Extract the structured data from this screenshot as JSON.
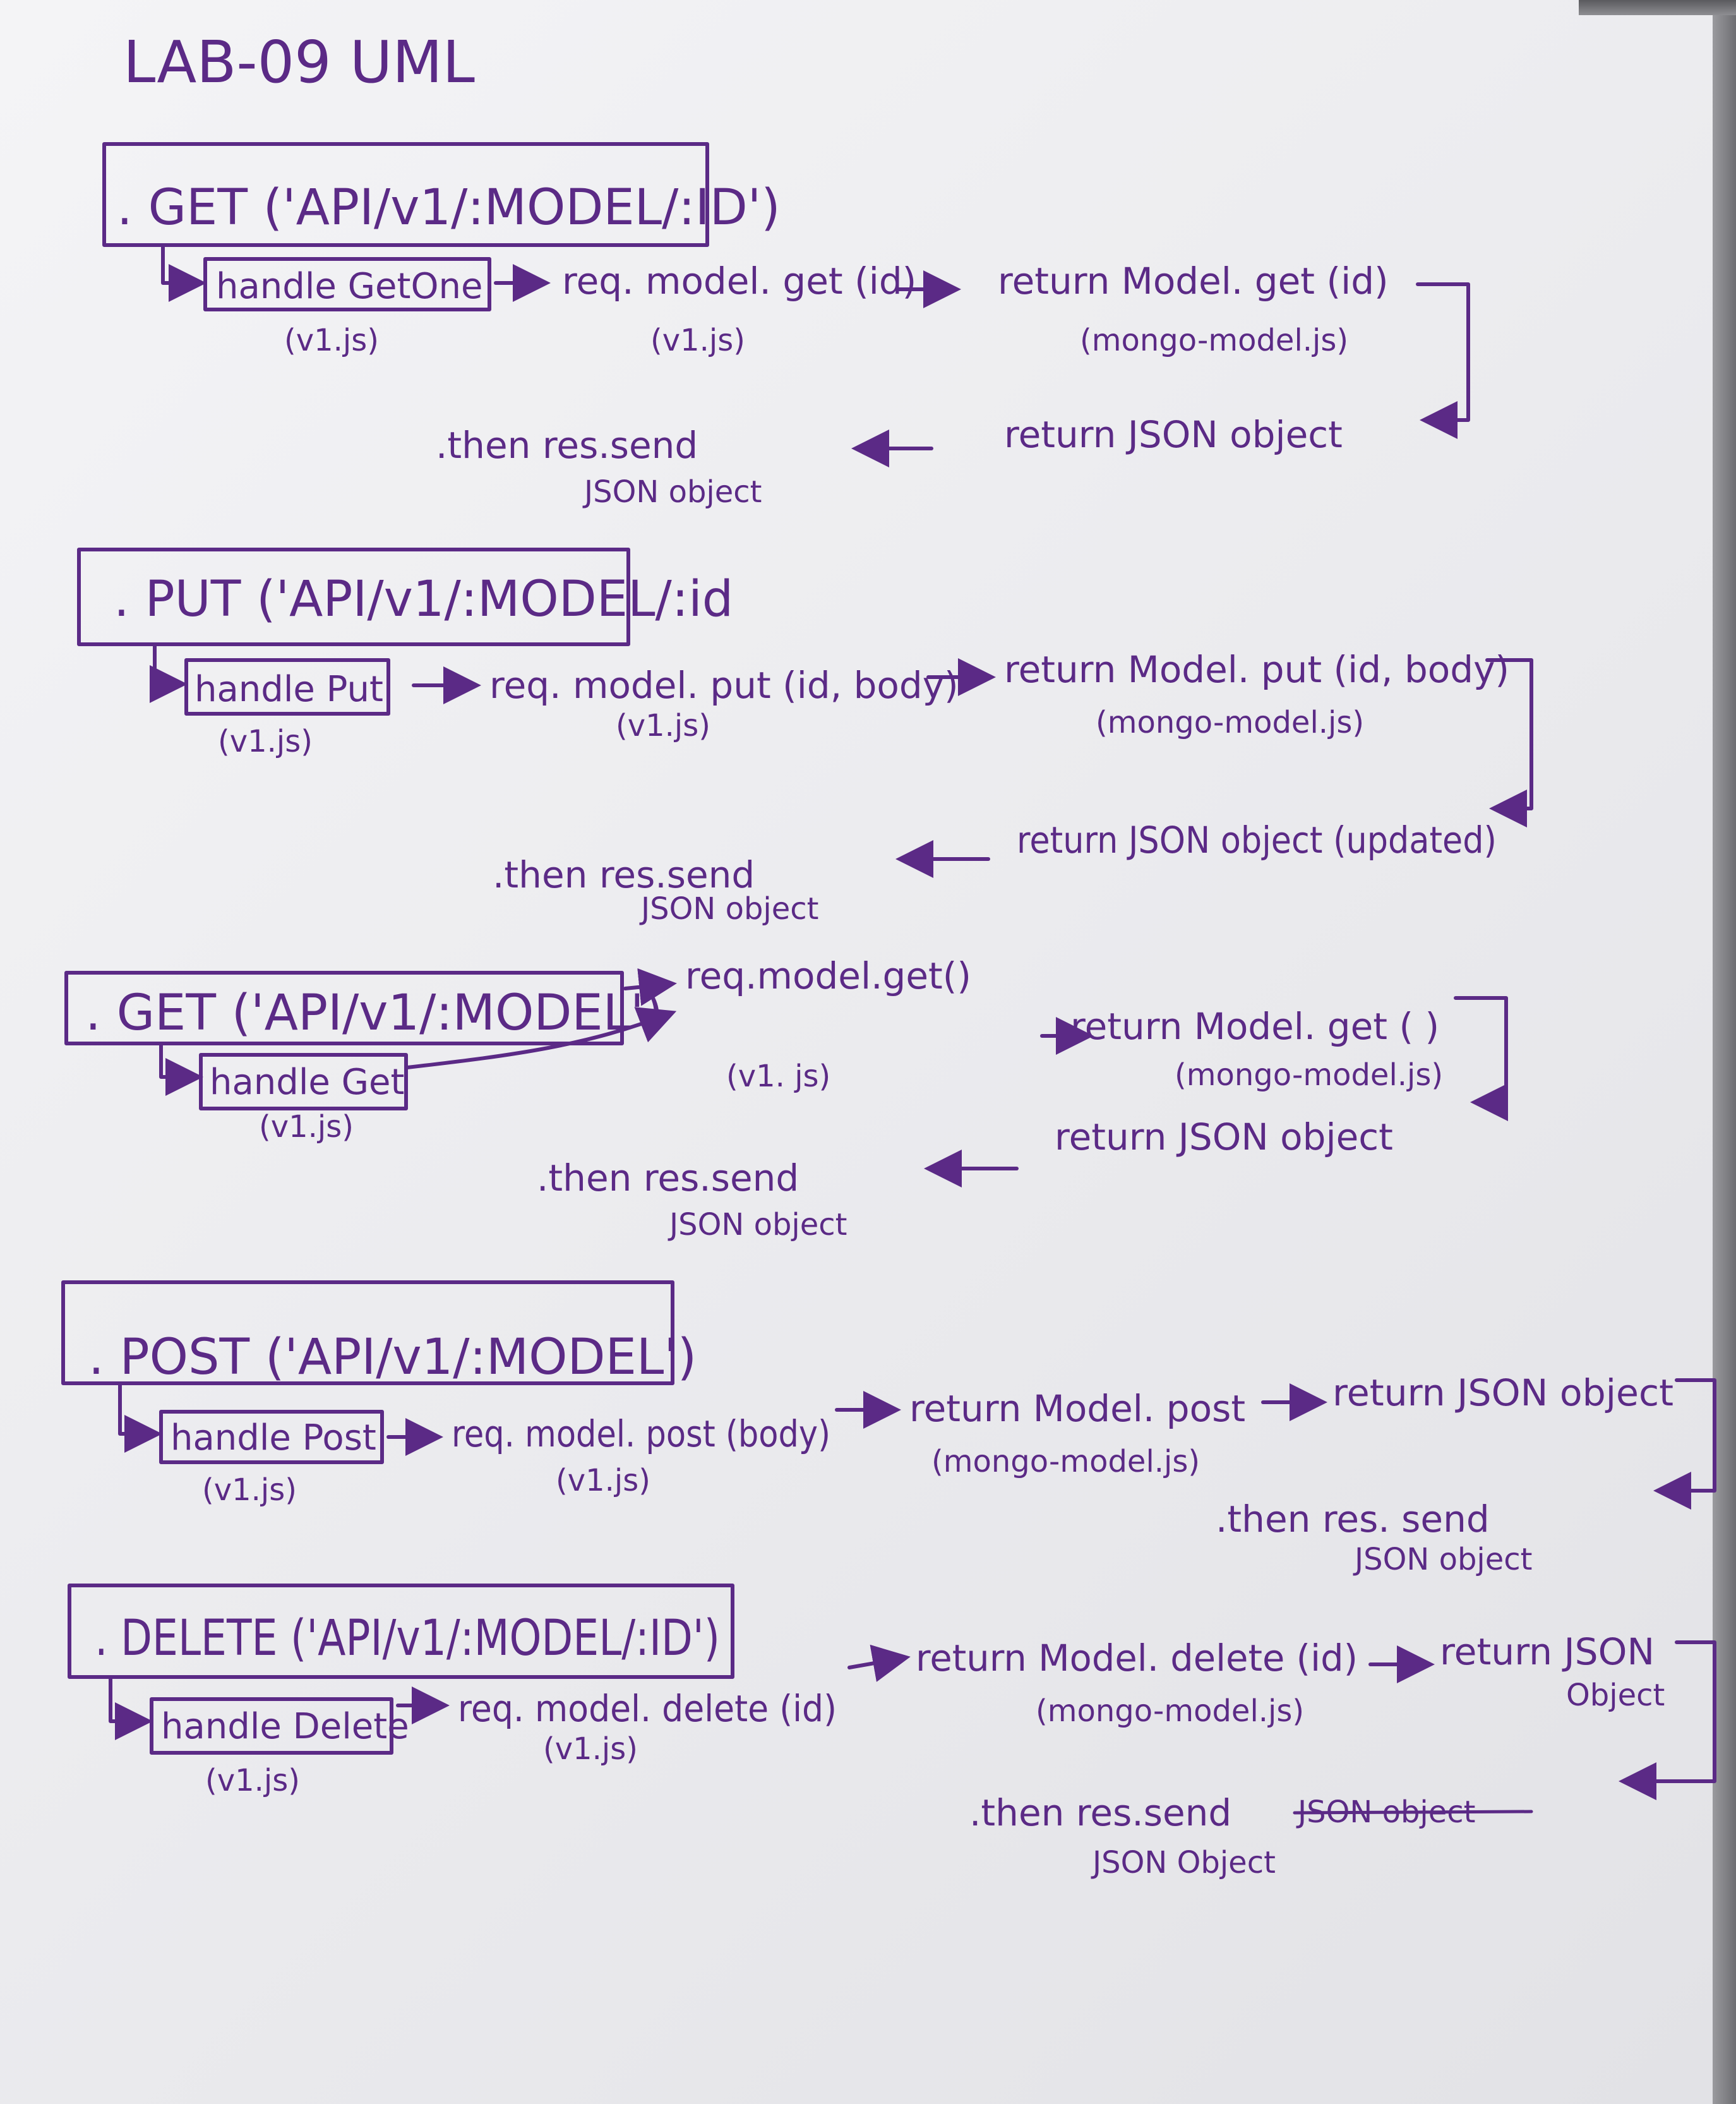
{
  "title": "LAB-09 UML",
  "sections": [
    {
      "route": ". GET ('API/v1/:MODEL/:ID')",
      "handler": "handle GetOne",
      "handler_file": "(v1.js)",
      "req_call": "req. model. get (id)",
      "req_file": "(v1.js)",
      "model_call": "return Model. get (id)",
      "model_file": "(mongo-model.js)",
      "model_return": "return JSON object",
      "then": ".then res.send",
      "then_sub": "JSON object"
    },
    {
      "route": ". PUT ('API/v1/:MODEL/:id",
      "handler": "handle Put",
      "handler_file": "(v1.js)",
      "req_call": "req. model. put (id, body)",
      "req_file": "(v1.js)",
      "model_call": "return Model. put (id, body)",
      "model_file": "(mongo-model.js)",
      "model_return": "return JSON object (updated)",
      "then": ".then res.send",
      "then_sub": "JSON object"
    },
    {
      "route": ". GET ('API/v1/:MODEL')",
      "handler": "handle Get",
      "handler_file": "(v1.js)",
      "req_call": "req.model.get()",
      "req_file": "(v1. js)",
      "model_call": "return Model. get ( )",
      "model_file": "(mongo-model.js)",
      "model_return": "return JSON object",
      "then": ".then res.send",
      "then_sub": "JSON object"
    },
    {
      "route": ". POST ('API/v1/:MODEL')",
      "handler": "handle Post",
      "handler_file": "(v1.js)",
      "req_call": "req. model. post (body)",
      "req_file": "(v1.js)",
      "model_call": "return Model. post",
      "model_file": "(mongo-model.js)",
      "model_return": "return JSON object",
      "then": ".then res. send",
      "then_sub": "JSON object"
    },
    {
      "route": ". DELETE ('API/v1/:MODEL/:ID')",
      "handler": "handle Delete",
      "handler_file": "(v1.js)",
      "req_call": "req. model. delete (id)",
      "req_file": "(v1.js)",
      "model_call": "return Model. delete (id)",
      "model_file": "(mongo-model.js)",
      "model_return": "return JSON",
      "model_return_2": "Object",
      "then": ".then res.send",
      "then_struck": "JSON object",
      "then_sub": "JSON Object"
    }
  ]
}
